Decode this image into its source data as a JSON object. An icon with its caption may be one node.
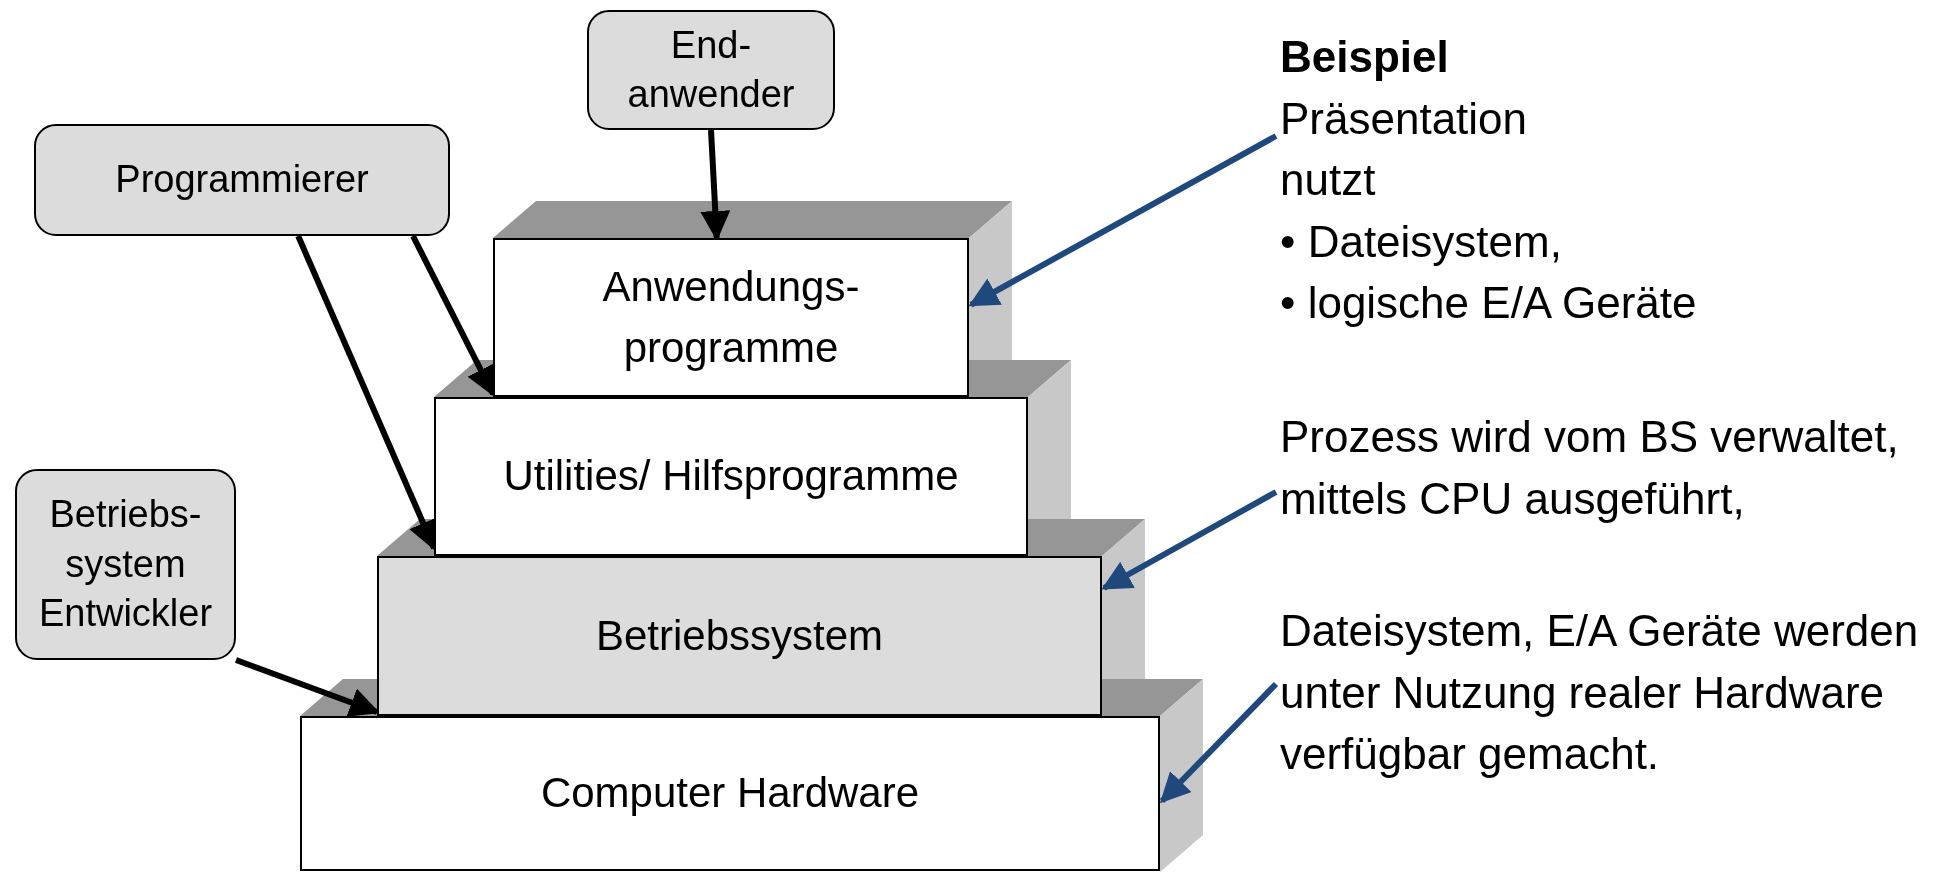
{
  "diagram": {
    "nodes": [
      {
        "text": [
          "End- anwender"
        ]
      },
      {
        "text": [
          "Programmierer"
        ]
      },
      {
        "text": [
          "Betriebs- system Entwickler"
        ]
      },
      {
        "text": [
          "Anwendungs- programme"
        ]
      },
      {
        "text": [
          "Utilities/ Hilfsprogramme"
        ]
      },
      {
        "text": [
          "Betriebssystem"
        ]
      },
      {
        "text": [
          "Computer Hardware"
        ]
      },
      {
        "text": [
          "Beispiel",
          "Präsentation",
          "nutzt",
          "• Dateisystem,",
          "• logische E/A Geräte"
        ]
      },
      {
        "text": [
          "Prozess wird vom BS verwaltet, mittels CPU ausgeführt,"
        ]
      },
      {
        "text": [
          "Dateisystem, E/A Geräte werden unter Nutzung realer Hardware verfügbar gemacht."
        ]
      }
    ],
    "edges": [
      {
        "from": 0,
        "to": 3,
        "arrow": "to"
      },
      {
        "from": 1,
        "to": 3,
        "arrow": "to"
      },
      {
        "from": 1,
        "to": 4,
        "arrow": "to"
      },
      {
        "from": 2,
        "to": 5,
        "arrow": "to"
      },
      {
        "from": 7,
        "to": 3,
        "arrow": "to",
        "color": "#1f497d"
      },
      {
        "from": 8,
        "to": 5,
        "arrow": "to",
        "color": "#1f497d"
      },
      {
        "from": 9,
        "to": 6,
        "arrow": "to",
        "color": "#1f497d"
      }
    ]
  }
}
